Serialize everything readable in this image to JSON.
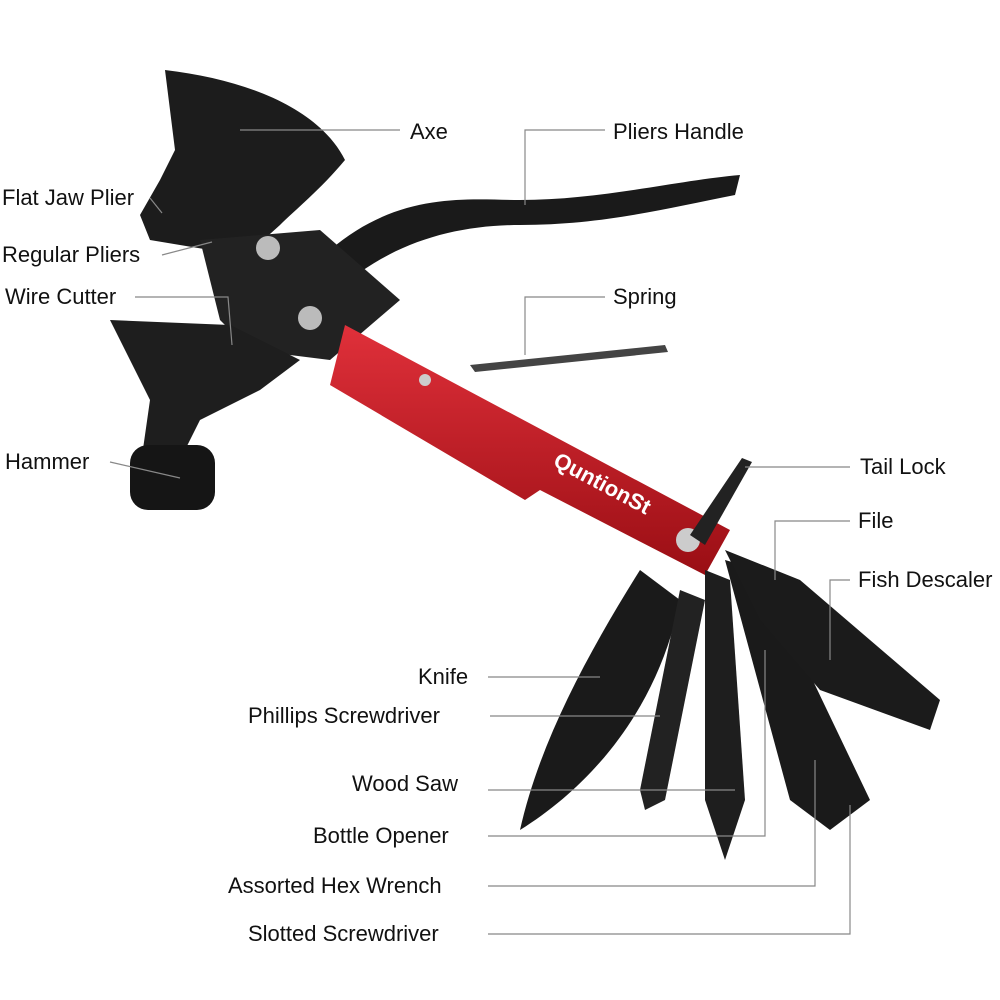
{
  "brand": "QuntionSt",
  "colors": {
    "handle": "#c0141c",
    "steel": "#1a1a1a",
    "leader": "#888888"
  },
  "labels": [
    {
      "id": "axe",
      "text": "Axe"
    },
    {
      "id": "pliers-handle",
      "text": "Pliers Handle"
    },
    {
      "id": "flat-jaw-plier",
      "text": "Flat Jaw Plier"
    },
    {
      "id": "regular-pliers",
      "text": "Regular Pliers"
    },
    {
      "id": "wire-cutter",
      "text": "Wire Cutter"
    },
    {
      "id": "spring",
      "text": "Spring"
    },
    {
      "id": "hammer",
      "text": "Hammer"
    },
    {
      "id": "tail-lock",
      "text": "Tail Lock"
    },
    {
      "id": "file",
      "text": "File"
    },
    {
      "id": "fish-descaler",
      "text": "Fish Descaler"
    },
    {
      "id": "knife",
      "text": "Knife"
    },
    {
      "id": "phillips-screwdriver",
      "text": "Phillips Screwdriver"
    },
    {
      "id": "wood-saw",
      "text": "Wood Saw"
    },
    {
      "id": "bottle-opener",
      "text": "Bottle Opener"
    },
    {
      "id": "assorted-hex-wrench",
      "text": "Assorted Hex Wrench"
    },
    {
      "id": "slotted-screwdriver",
      "text": "Slotted Screwdriver"
    }
  ]
}
